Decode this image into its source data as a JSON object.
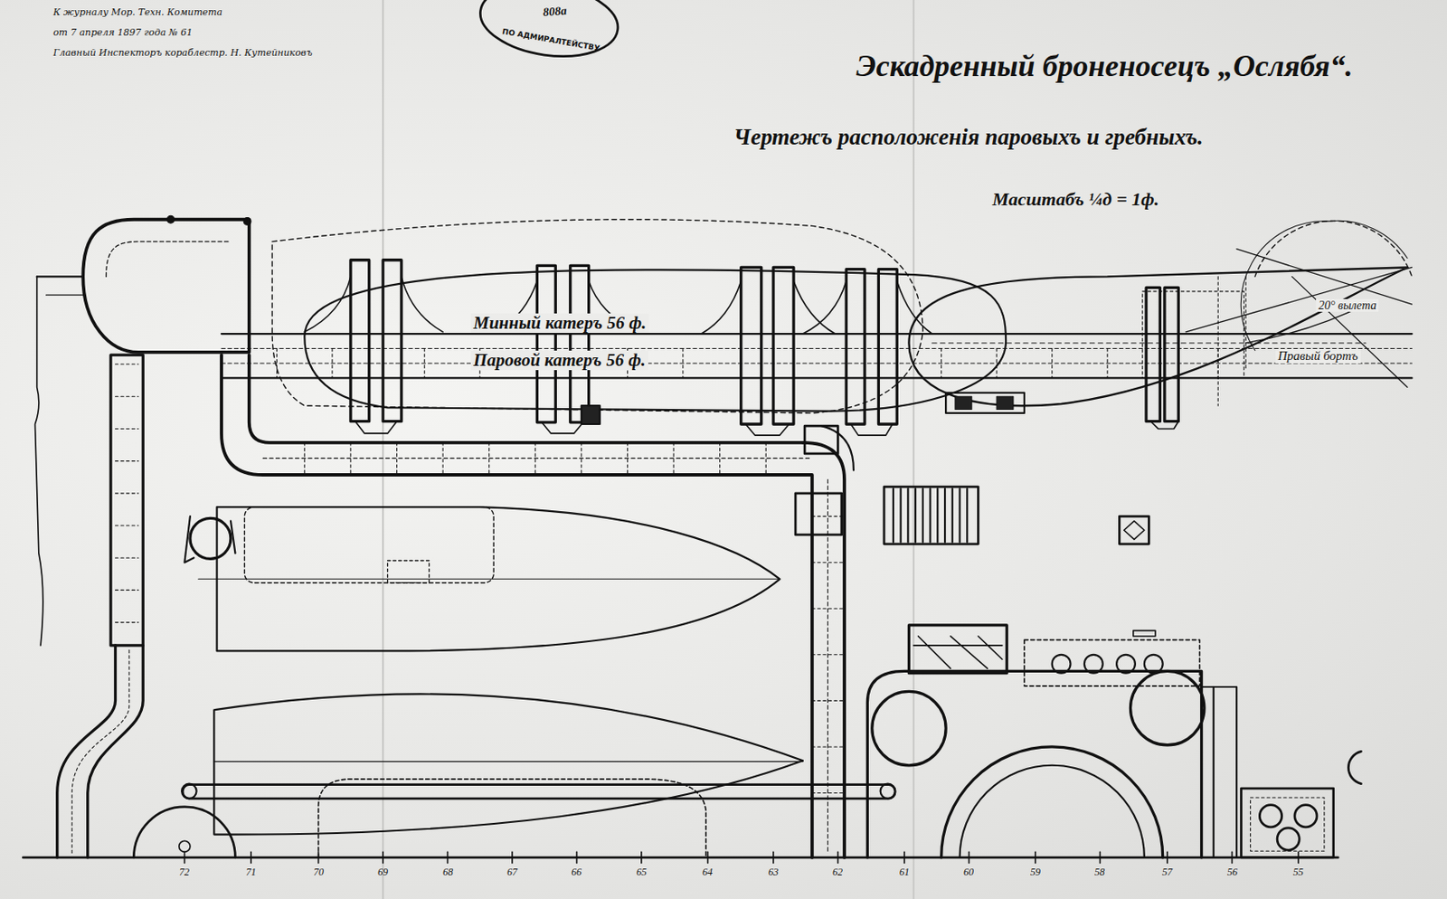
{
  "diagram": {
    "title": "Эскадренный броненосецъ „Ослябя“.",
    "labels": [
      "К журналу Мор. Техн. Комитета",
      "от 7 апреля 1897 года № 61",
      "Главный Инспекторъ кораблестр. Н. Кутейниковъ",
      "808а",
      "ПО АДМИРАЛТЕЙСТВУ",
      "Чертежъ расположенія паровыхъ и гребныхъ.",
      "Масштабъ ¼д = 1ф.",
      "Минный катеръ 56 ф.",
      "Паровой катеръ 56 ф.",
      "20° вылета",
      "Правый бортъ",
      "72",
      "71",
      "70",
      "69",
      "68",
      "67",
      "66",
      "65",
      "64",
      "63",
      "62",
      "61",
      "60",
      "59",
      "58",
      "57",
      "56",
      "55"
    ]
  }
}
